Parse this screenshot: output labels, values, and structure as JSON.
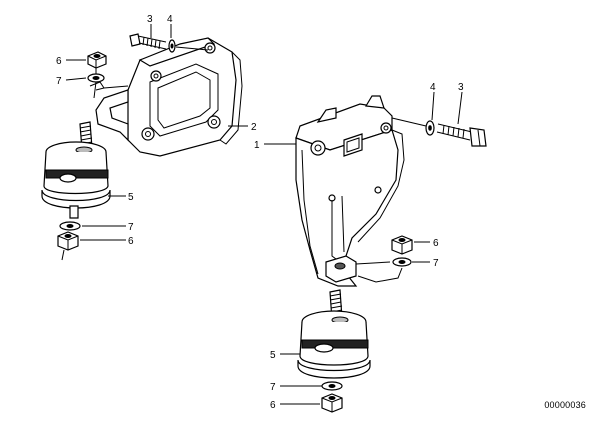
{
  "document_number": "00000036",
  "callouts": {
    "c1": "1",
    "c2": "2",
    "c3_left": "3",
    "c4_left": "4",
    "c3_right": "3",
    "c4_right": "4",
    "c5_left": "5",
    "c5_right": "5",
    "c6_left_top": "6",
    "c6_left_bottom": "6",
    "c6_right_mid": "6",
    "c6_right_bottom": "6",
    "c7_left_top": "7",
    "c7_left_bottom": "7",
    "c7_right_mid": "7",
    "c7_right_bottom": "7"
  }
}
